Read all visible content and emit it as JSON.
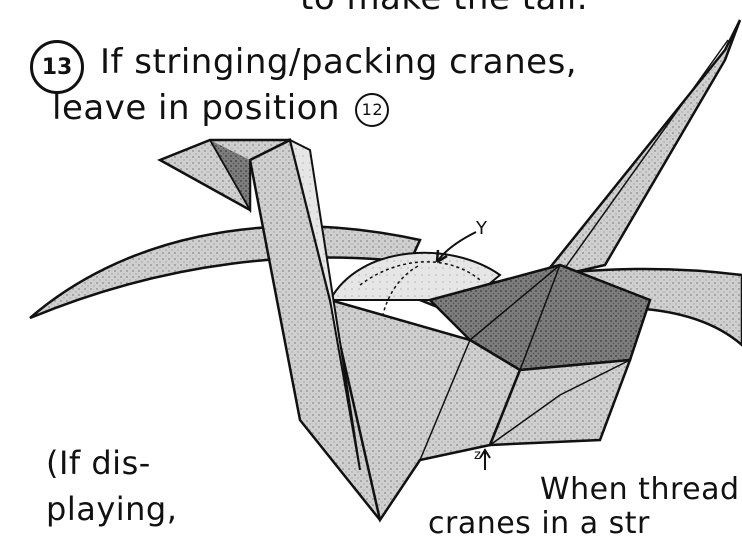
{
  "header": {
    "top_cut_text": "to make the tail."
  },
  "step": {
    "number": "13",
    "line1": "If stringing/packing cranes,",
    "line2": "leave in position",
    "reference": "12"
  },
  "labels": {
    "y": "Y",
    "z": "z"
  },
  "notes": {
    "left_line1": "(If dis-",
    "left_line2": "playing,",
    "right_line1": "When threadir",
    "right_line2": "cranes in a str"
  }
}
